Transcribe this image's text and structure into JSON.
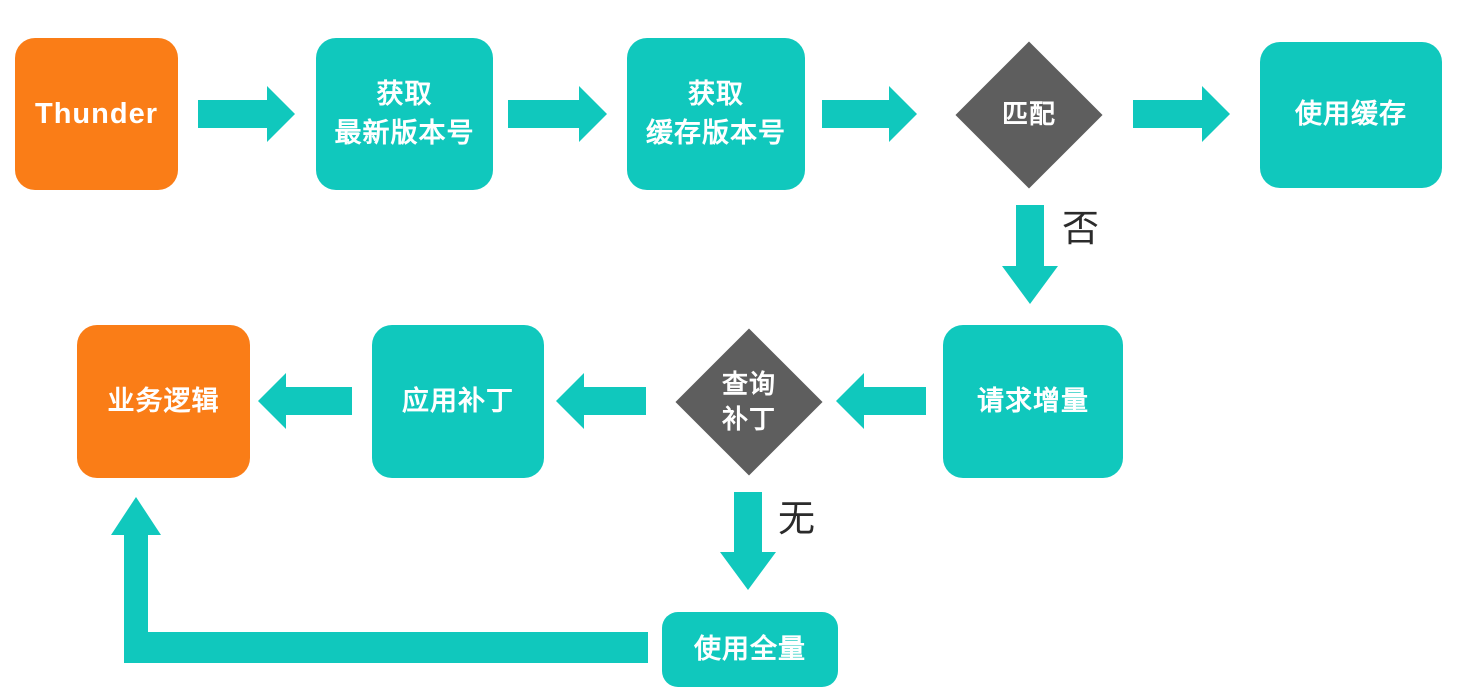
{
  "diagram": {
    "type": "flowchart",
    "background": "#FFFFFF",
    "colors": {
      "process_teal": "#10C8BD",
      "terminal_orange": "#FA7D17",
      "decision_gray": "#5E5E5E",
      "node_text": "#FFFFFF",
      "edge_label_text": "#2B2B2B"
    },
    "nodes": {
      "thunder": {
        "label": "Thunder",
        "shape": "rounded-rect",
        "fill": "orange"
      },
      "get_latest_version": {
        "line1": "获取",
        "line2": "最新版本号",
        "shape": "rounded-rect",
        "fill": "teal"
      },
      "get_cached_version": {
        "line1": "获取",
        "line2": "缓存版本号",
        "shape": "rounded-rect",
        "fill": "teal"
      },
      "match": {
        "label": "匹配",
        "shape": "diamond",
        "fill": "gray"
      },
      "use_cache": {
        "label": "使用缓存",
        "shape": "rounded-rect",
        "fill": "teal"
      },
      "request_increment": {
        "label": "请求增量",
        "shape": "rounded-rect",
        "fill": "teal"
      },
      "query_patch": {
        "line1": "查询",
        "line2": "补丁",
        "shape": "diamond",
        "fill": "gray"
      },
      "apply_patch": {
        "label": "应用补丁",
        "shape": "rounded-rect",
        "fill": "teal"
      },
      "business_logic": {
        "label": "业务逻辑",
        "shape": "rounded-rect",
        "fill": "orange"
      },
      "use_full": {
        "label": "使用全量",
        "shape": "rounded-rect",
        "fill": "teal"
      }
    },
    "edges": [
      {
        "from": "thunder",
        "to": "get_latest_version",
        "label": ""
      },
      {
        "from": "get_latest_version",
        "to": "get_cached_version",
        "label": ""
      },
      {
        "from": "get_cached_version",
        "to": "match",
        "label": ""
      },
      {
        "from": "match",
        "to": "use_cache",
        "label": ""
      },
      {
        "from": "match",
        "to": "request_increment",
        "label": "否"
      },
      {
        "from": "request_increment",
        "to": "query_patch",
        "label": ""
      },
      {
        "from": "query_patch",
        "to": "apply_patch",
        "label": ""
      },
      {
        "from": "apply_patch",
        "to": "business_logic",
        "label": ""
      },
      {
        "from": "query_patch",
        "to": "use_full",
        "label": "无"
      },
      {
        "from": "use_full",
        "to": "business_logic",
        "label": ""
      }
    ],
    "edge_labels": {
      "match_no": "否",
      "patch_none": "无"
    }
  }
}
